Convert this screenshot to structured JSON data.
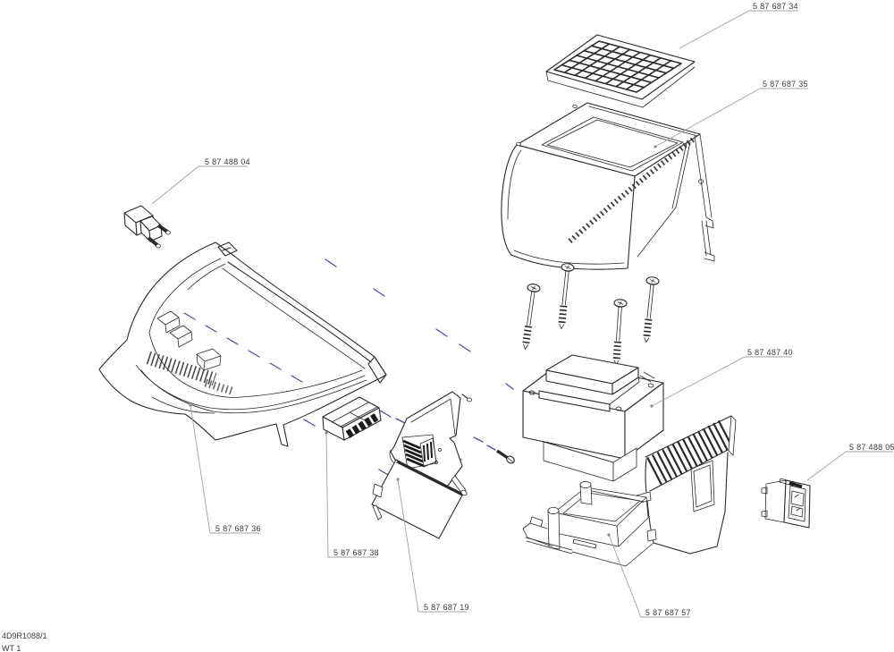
{
  "diagram": {
    "doc_number": "4D9R1088/1",
    "sheet": "WT 1",
    "colors": {
      "ink": "#2a2a2a",
      "leader": "#a3a3a3",
      "axis": "#4c4ca6",
      "background": "#ffffff"
    }
  },
  "part_labels": [
    {
      "id": "grille",
      "part_number": "5 87 687 34"
    },
    {
      "id": "cover",
      "part_number": "5 87 687 35"
    },
    {
      "id": "mains-plug",
      "part_number": "5 87 488 04"
    },
    {
      "id": "transformer",
      "part_number": "5 87 487 40"
    },
    {
      "id": "power-inlet",
      "part_number": "5 87 488 05"
    },
    {
      "id": "front-housing",
      "part_number": "5 87 687 36"
    },
    {
      "id": "connector-block",
      "part_number": "5 87 687 38"
    },
    {
      "id": "pcb-assembly",
      "part_number": "5 87 687 19"
    },
    {
      "id": "base-frame",
      "part_number": "5 87 687 57"
    }
  ]
}
